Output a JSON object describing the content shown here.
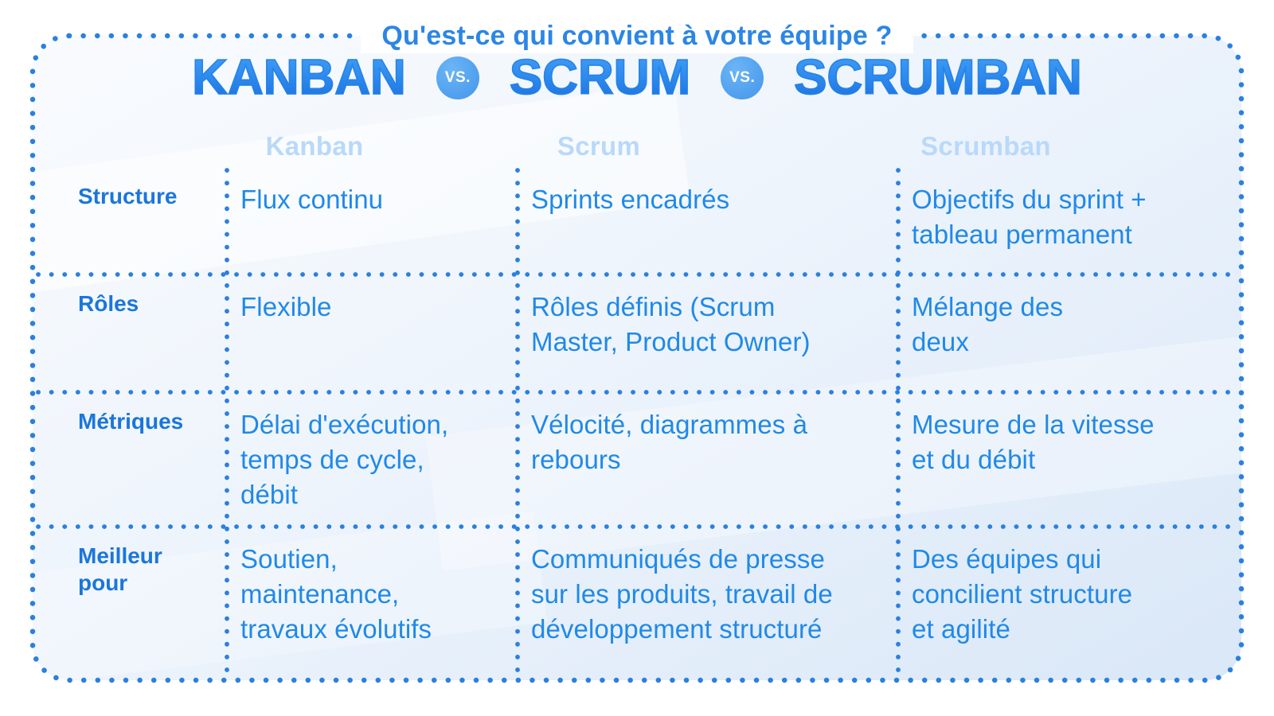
{
  "title": "Qu'est-ce qui convient à votre équipe ?",
  "heading": {
    "words": [
      "KANBAN",
      "SCRUM",
      "SCRUMBAN"
    ],
    "vs_label": "VS."
  },
  "table": {
    "columns": [
      "Kanban",
      "Scrum",
      "Scrumban"
    ],
    "rows": [
      {
        "label": "Structure",
        "cells": [
          "Flux continu",
          "Sprints encadrés",
          "Objectifs du sprint +\ntableau permanent"
        ]
      },
      {
        "label": "Rôles",
        "cells": [
          "Flexible",
          "Rôles définis (Scrum\nMaster, Product Owner)",
          "Mélange des\ndeux"
        ]
      },
      {
        "label": "Métriques",
        "cells": [
          "Délai d'exécution,\ntemps de cycle,\ndébit",
          "Vélocité, diagrammes à\nrebours",
          "Mesure de la vitesse\net du débit"
        ]
      },
      {
        "label": "Meilleur\npour",
        "cells": [
          "Soutien,\nmaintenance,\ntravaux évolutifs",
          "Communiqués de presse\nsur les produits, travail de\ndéveloppement structuré",
          "Des équipes qui\nconcilient structure\net agilité"
        ]
      }
    ]
  },
  "colors": {
    "dot_blue": "#2b80de",
    "cell_text": "#2089e8",
    "row_label_text": "#1b76da",
    "column_header_text": "#b9d9f9",
    "heading_gradient_top": "#46a1f6",
    "heading_gradient_bottom": "#1a6cdb",
    "vs_circle_fill": "#4f9fee",
    "title_text": "#2c86e4",
    "card_bg_top": "#f9fbfe",
    "card_bg_bottom": "#d9e7f7"
  }
}
